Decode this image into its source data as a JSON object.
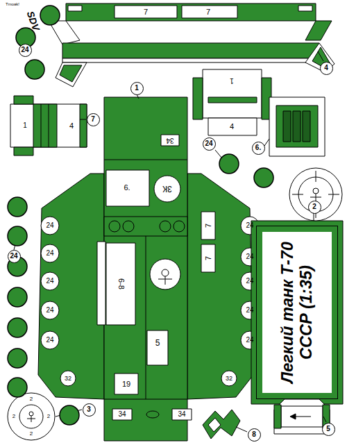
{
  "diagram": {
    "nodes": [
      {
        "text": [
          "Легкий танк Т-70 СССР (1:35)"
        ]
      },
      {
        "text": [
          "1"
        ]
      },
      {
        "text": [
          "2"
        ]
      },
      {
        "text": [
          "3"
        ]
      },
      {
        "text": [
          "4"
        ]
      },
      {
        "text": [
          "5"
        ]
      },
      {
        "text": [
          "6."
        ]
      },
      {
        "text": [
          "7"
        ]
      },
      {
        "text": [
          "8"
        ]
      },
      {
        "text": [
          "24"
        ]
      },
      {
        "text": [
          "24"
        ]
      },
      {
        "text": [
          "24"
        ]
      }
    ],
    "labels": [
      "Tmoak!",
      "SDV",
      "7",
      "7",
      "1",
      "4",
      "1",
      "4",
      "34",
      "6.",
      "3К",
      "6-8",
      "7",
      "7",
      "24",
      "24",
      "24",
      "24",
      "24",
      "32",
      "24",
      "24",
      "24",
      "24",
      "24",
      "32",
      "5",
      "19",
      "34",
      "34",
      "2",
      "2",
      "2",
      "2"
    ]
  }
}
